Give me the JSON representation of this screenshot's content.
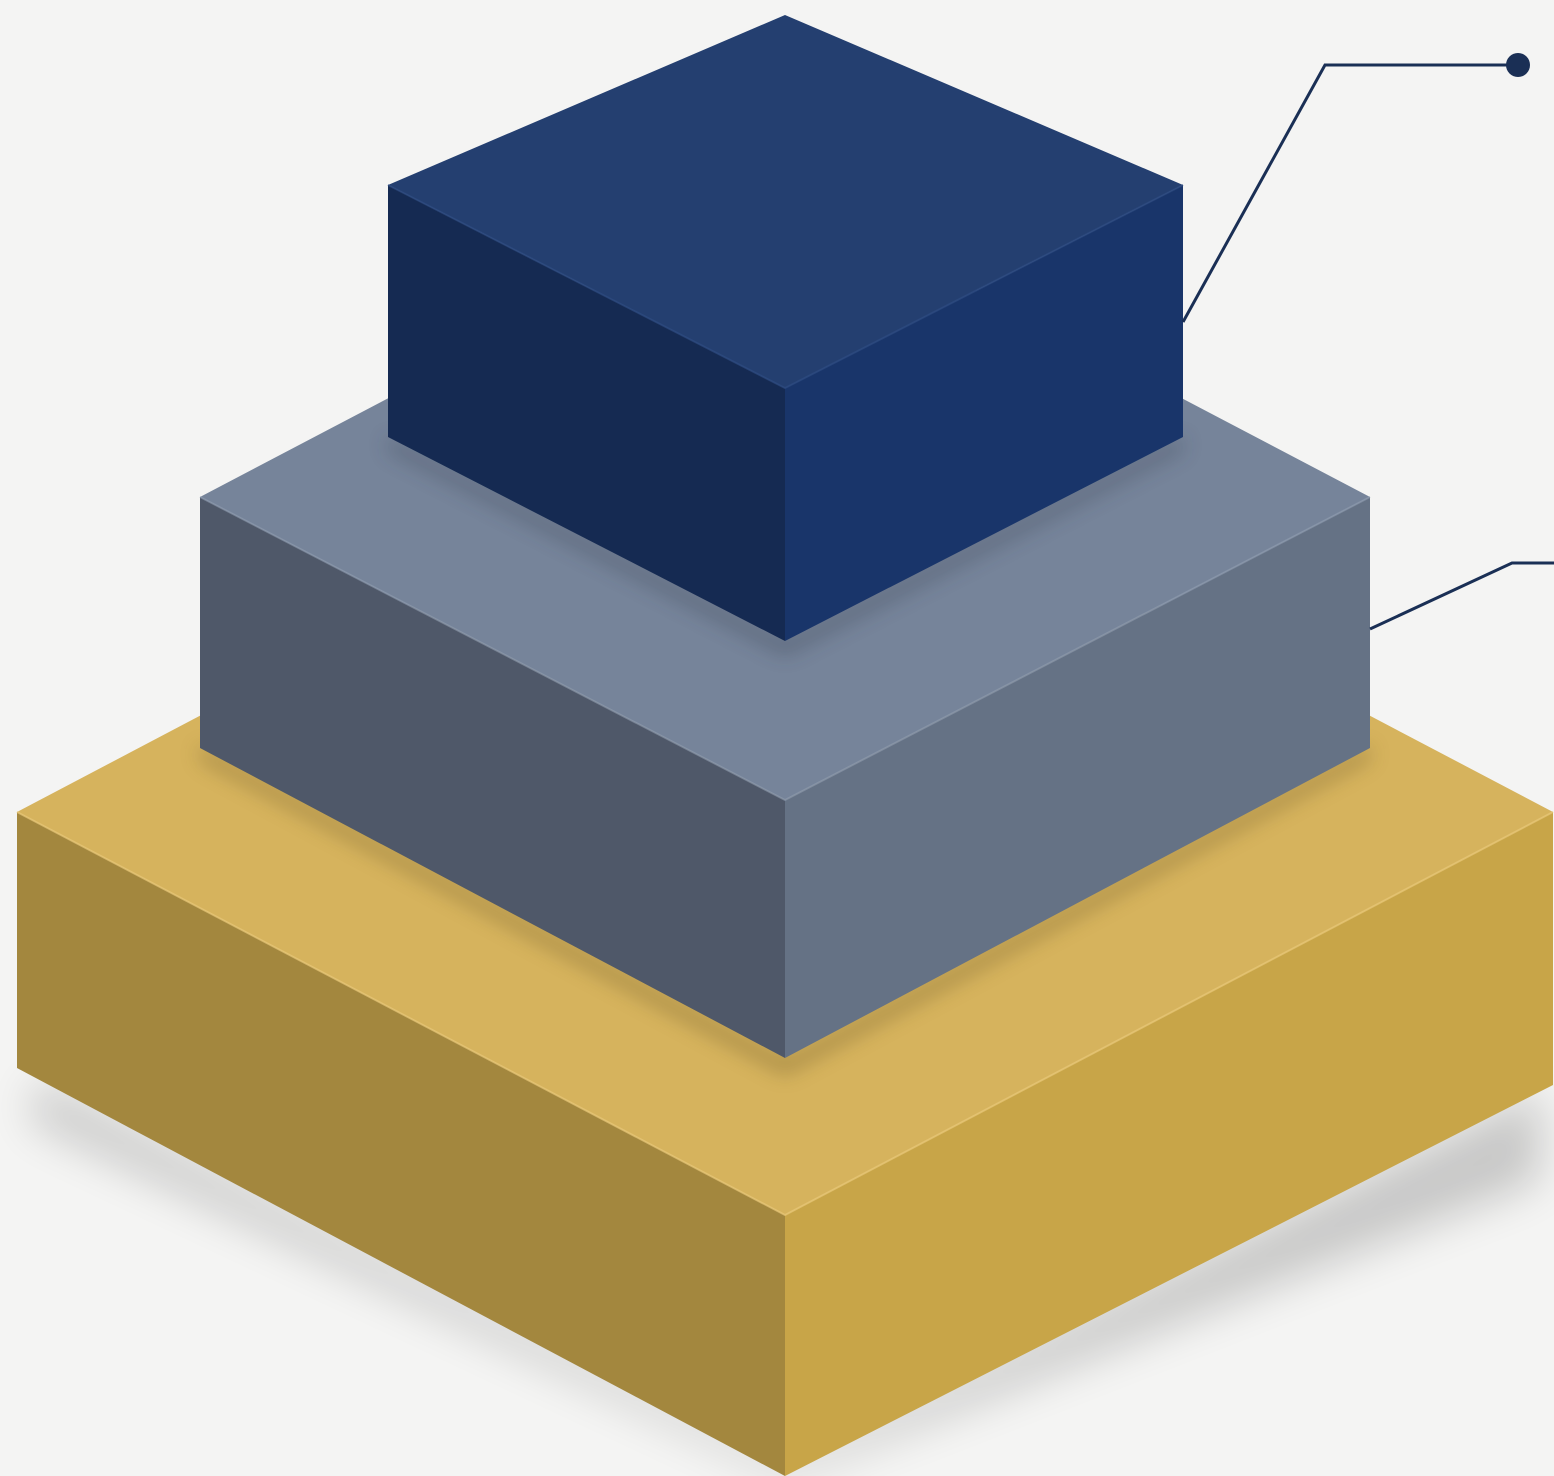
{
  "diagram": {
    "type": "stacked-isometric-pyramid",
    "tier_count": 3,
    "tiers": [
      {
        "position": "top",
        "color_top": "#243f70",
        "color_left": "#152a52",
        "color_right": "#19356a",
        "has_callout": true,
        "callout_has_dot": true
      },
      {
        "position": "middle",
        "color_top": "#76849a",
        "color_left": "#4f5869",
        "color_right": "#657285",
        "has_callout": true,
        "callout_has_dot": false
      },
      {
        "position": "bottom",
        "color_top": "#d6b35d",
        "color_left": "#a3873e",
        "color_right": "#c8a548",
        "has_callout": false,
        "callout_has_dot": false
      }
    ],
    "callout_color": "#1a2f55",
    "background": "#f4f4f3"
  }
}
